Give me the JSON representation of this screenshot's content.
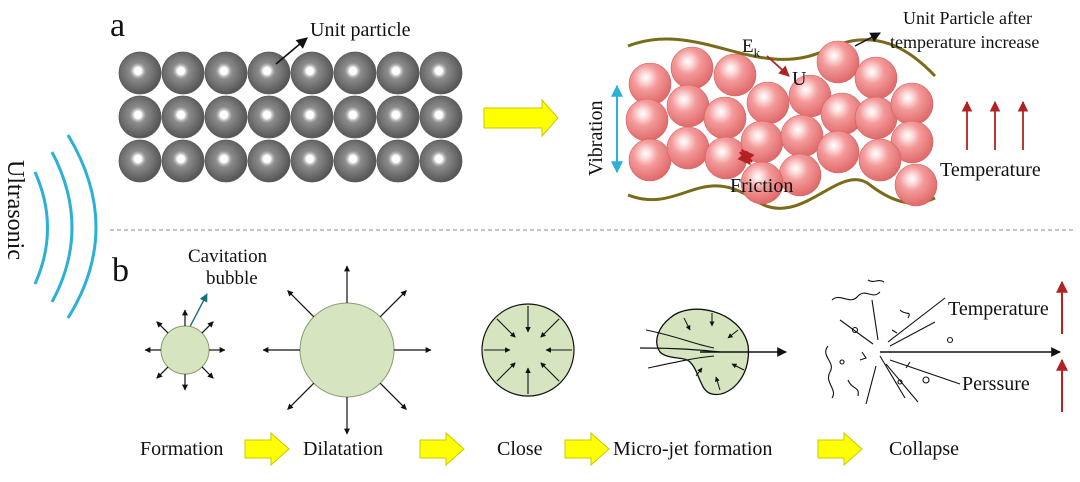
{
  "panel_a": {
    "letter": "a",
    "unit_particle_label": "Unit particle",
    "after_label_line1": "Unit Particle after",
    "after_label_line2": "temperature increase",
    "ek_main": "E",
    "ek_sub": "k",
    "u_label": "U",
    "vibration_label": "Vibration",
    "friction_label": "Friction",
    "temperature_label": "Temperature"
  },
  "side": {
    "ultrasonic_label": "Ultrasonic"
  },
  "panel_b": {
    "letter": "b",
    "cavitation_line1": "Cavitation",
    "cavitation_line2": "bubble",
    "temperature_label": "Temperature",
    "pressure_label": "Perssure",
    "stages": [
      "Formation",
      "Dilatation",
      "Close",
      "Micro-jet formation",
      "Collapse"
    ]
  },
  "colors": {
    "gray_particle": "#6e6e6e",
    "pink_particle": "#f08a8a",
    "bubble_fill": "#d6e5bf",
    "wall": "#7a6a1a",
    "yellow_arrow": "#ffff00",
    "cyan": "#2bb0d6",
    "dark_red": "#b22222"
  }
}
